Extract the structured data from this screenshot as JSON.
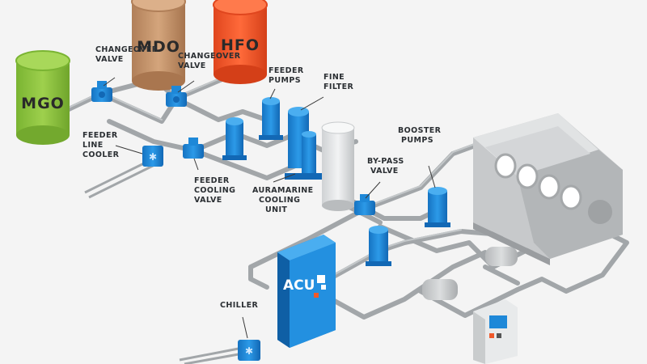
{
  "diagram": {
    "tanks": {
      "mgo": "MGO",
      "mdo": "MDO",
      "hfo": "HFO"
    },
    "labels": {
      "changeover_1": [
        "CHANGEOVER",
        "VALVE"
      ],
      "changeover_2": [
        "CHANGEOVER",
        "VALVE"
      ],
      "feeder_pumps": [
        "FEEDER",
        "PUMPS"
      ],
      "fine_filter": [
        "FINE",
        "FILTER"
      ],
      "feeder_line_cooler": [
        "FEEDER",
        "LINE",
        "COOLER"
      ],
      "feeder_cooling_valve": [
        "FEEDER",
        "COOLING",
        "VALVE"
      ],
      "auramarine_cooling_unit": [
        "AURAMARINE",
        "COOLING",
        "UNIT"
      ],
      "booster_pumps": [
        "BOOSTER",
        "PUMPS"
      ],
      "by_pass_valve": [
        "BY-PASS",
        "VALVE"
      ],
      "chiller": [
        "CHILLER"
      ]
    },
    "acu_label": "ACU",
    "colors": {
      "mgo": "#8cc63f",
      "mdo": "#c4946a",
      "hfo": "#f0592a",
      "blue": "#1e88d8",
      "pipe": "#9ea3a6",
      "engine": "#c9cbcd"
    }
  }
}
